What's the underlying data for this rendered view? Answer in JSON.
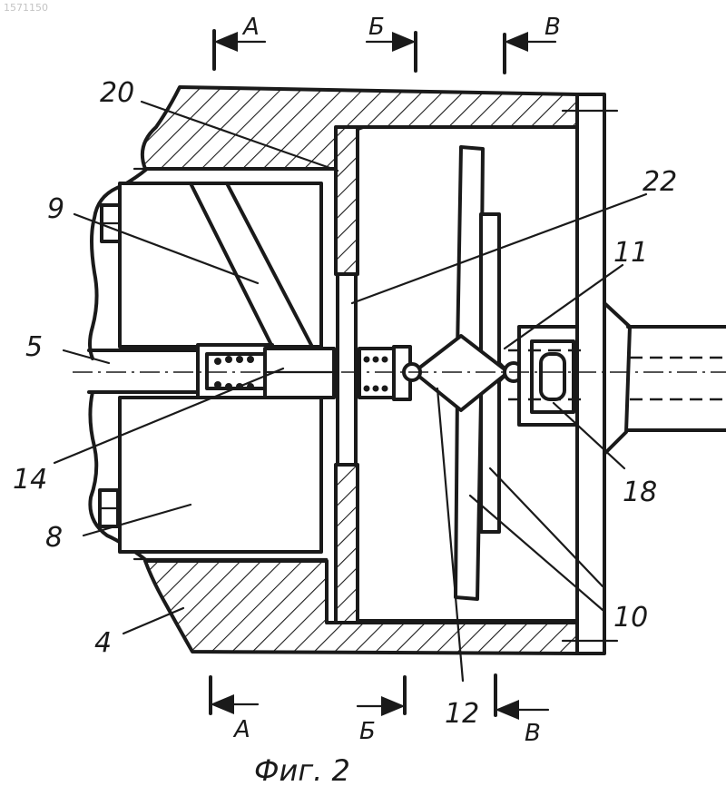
{
  "stamp": "1571150",
  "labels": {
    "l20": "20",
    "l9": "9",
    "l5": "5",
    "l14": "14",
    "l8": "8",
    "l4": "4",
    "l22": "22",
    "l11": "11",
    "l18": "18",
    "l10": "10",
    "l12": "12"
  },
  "sections": {
    "a": "А",
    "b": "Б",
    "v": "В"
  },
  "caption": "Фиг. 2"
}
